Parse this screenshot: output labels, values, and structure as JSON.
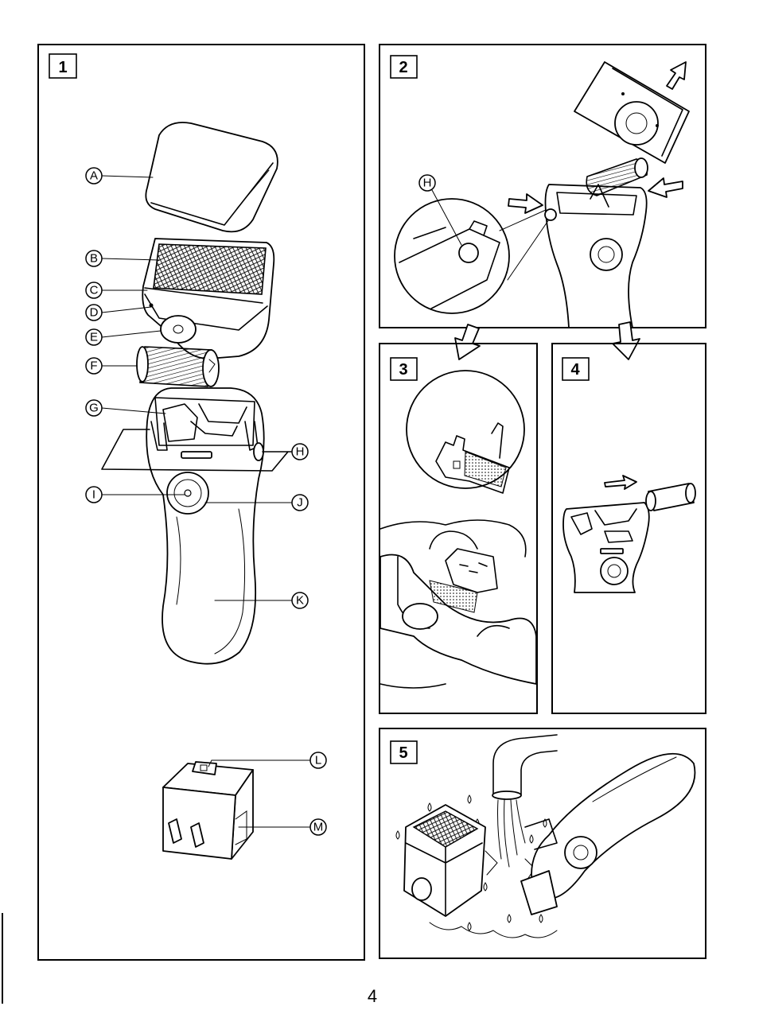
{
  "panels": {
    "p1": {
      "number": "1"
    },
    "p2": {
      "number": "2"
    },
    "p3": {
      "number": "3"
    },
    "p4": {
      "number": "4"
    },
    "p5": {
      "number": "5"
    }
  },
  "panel1_callouts": {
    "a": "A",
    "b": "B",
    "c": "C",
    "d": "D",
    "e": "E",
    "f": "F",
    "g": "G",
    "h": "H",
    "i": "I",
    "j": "J",
    "k": "K",
    "l": "L",
    "m": "M"
  },
  "panel2_callouts": {
    "h": "H"
  },
  "page_number": "4"
}
